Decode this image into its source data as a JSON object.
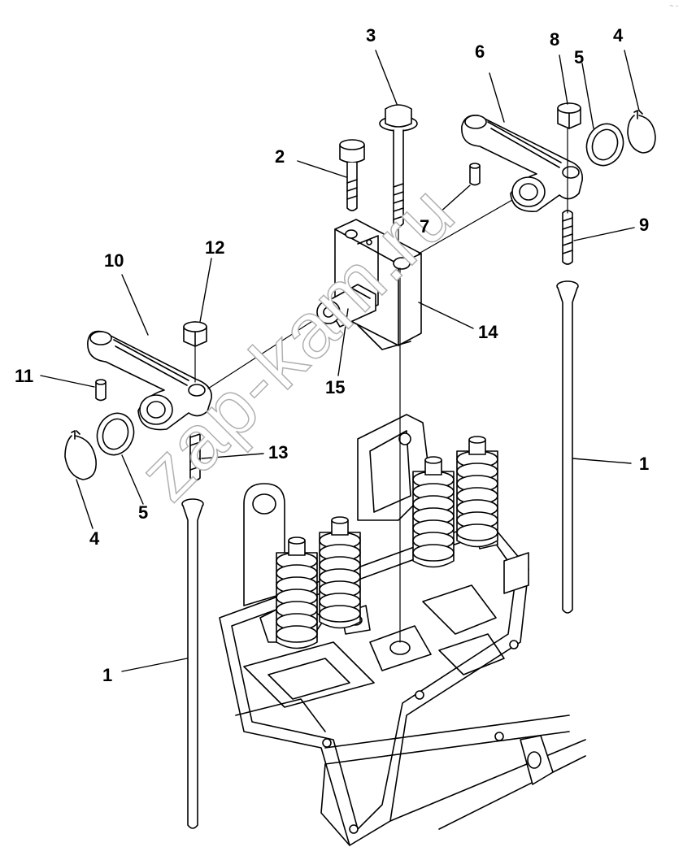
{
  "watermark": "zap-kam.ru",
  "corner_mark": "~ -",
  "callouts": [
    {
      "id": "label-1-right",
      "text": "1"
    },
    {
      "id": "label-1-left",
      "text": "1"
    },
    {
      "id": "label-2",
      "text": "2"
    },
    {
      "id": "label-3",
      "text": "3"
    },
    {
      "id": "label-4-right",
      "text": "4"
    },
    {
      "id": "label-4-left",
      "text": "4"
    },
    {
      "id": "label-5-right",
      "text": "5"
    },
    {
      "id": "label-5-left",
      "text": "5"
    },
    {
      "id": "label-6",
      "text": "6"
    },
    {
      "id": "label-7",
      "text": "7"
    },
    {
      "id": "label-8",
      "text": "8"
    },
    {
      "id": "label-9",
      "text": "9"
    },
    {
      "id": "label-10",
      "text": "10"
    },
    {
      "id": "label-11",
      "text": "11"
    },
    {
      "id": "label-12",
      "text": "12"
    },
    {
      "id": "label-13",
      "text": "13"
    },
    {
      "id": "label-14",
      "text": "14"
    },
    {
      "id": "label-15",
      "text": "15"
    }
  ]
}
